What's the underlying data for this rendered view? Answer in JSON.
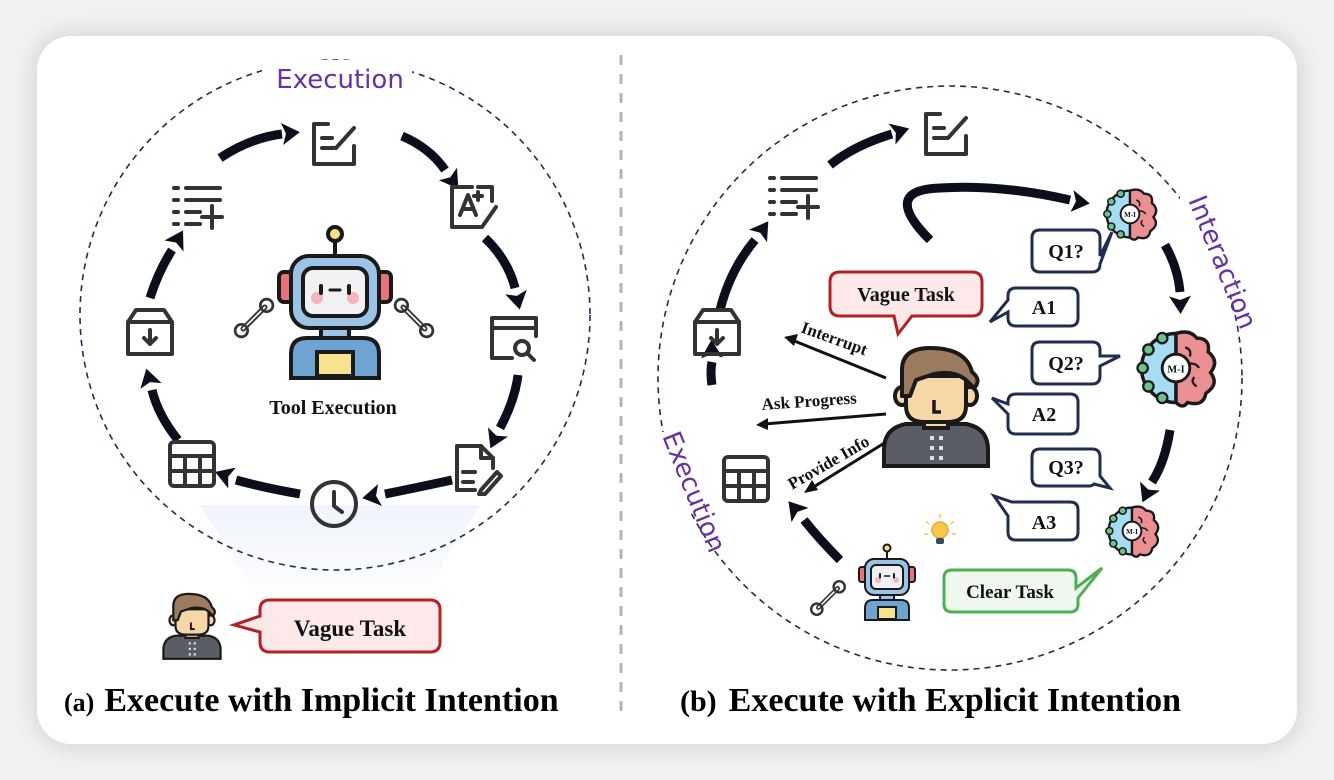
{
  "panel_a": {
    "label_execution": "Execution",
    "center_label": "Tool Execution",
    "user_bubble": "Vague Task",
    "caption_prefix": "(a)",
    "caption_text": "Execute with Implicit Intention",
    "cycle_icons": [
      "edit-icon",
      "text-edit-icon",
      "browser-search-icon",
      "document-edit-icon",
      "clock-icon",
      "table-icon",
      "download-box-icon",
      "list-add-icon"
    ]
  },
  "panel_b": {
    "label_execution": "Execution",
    "label_interaction": "Interaction",
    "user_bubble": "Vague Task",
    "actions": [
      "Interrupt",
      "Ask Progress",
      "Provide Info"
    ],
    "questions": [
      "Q1?",
      "Q2?",
      "Q3?"
    ],
    "answers": [
      "A1",
      "A2",
      "A3"
    ],
    "model_label": "M-I",
    "robot_bubble": "Clear Task",
    "caption_prefix": "(b)",
    "caption_text": "Execute with Explicit Intention"
  },
  "colors": {
    "purple_label": "#6a2fa0",
    "vague_bubble_border": "#b22222",
    "vague_bubble_fill": "#fde8ea",
    "clear_bubble_border": "#4caf50",
    "clear_bubble_fill": "#eef8ee",
    "qa_bubble_border": "#1f2d4f",
    "arrow": "#0b0f1c",
    "dashed_circle": "#1f2d4f"
  }
}
